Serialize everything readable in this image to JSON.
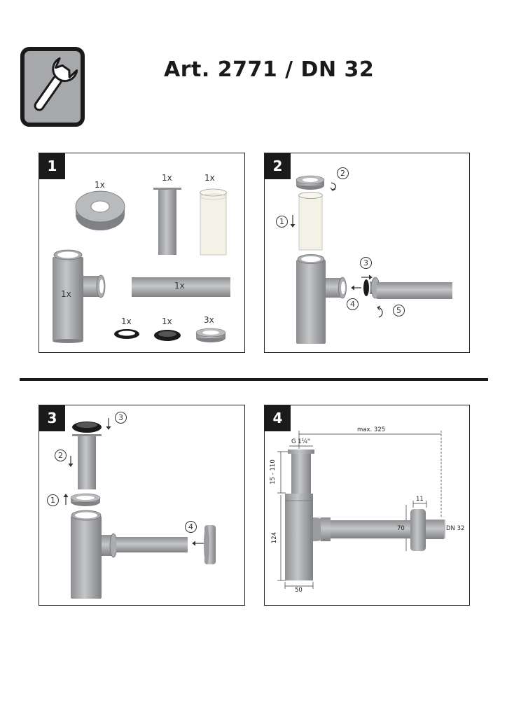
{
  "header": {
    "title": "Art. 2771 / DN 32",
    "icon": "wrench-icon"
  },
  "panels": [
    {
      "number": "1",
      "labels": [
        "1x",
        "1x",
        "1x",
        "1x",
        "1x",
        "1x",
        "1x",
        "3x"
      ]
    },
    {
      "number": "2",
      "steps": [
        "1",
        "2",
        "3",
        "4",
        "5"
      ]
    },
    {
      "number": "3",
      "steps": [
        "1",
        "2",
        "3",
        "4"
      ]
    },
    {
      "number": "4",
      "dimensions": {
        "max_length": "max. 325",
        "thread": "G 1¼\"",
        "height_adjust": "15 - 110",
        "body_height": "124",
        "body_width": "50",
        "rosette_offset": "11",
        "rosette_diameter": "70",
        "nominal": "DN 32"
      }
    }
  ],
  "colors": {
    "metal": "#a9abae",
    "dark": "#1a1a1a",
    "gasket": "#222222",
    "clear_tube": "#f4f2e6"
  }
}
